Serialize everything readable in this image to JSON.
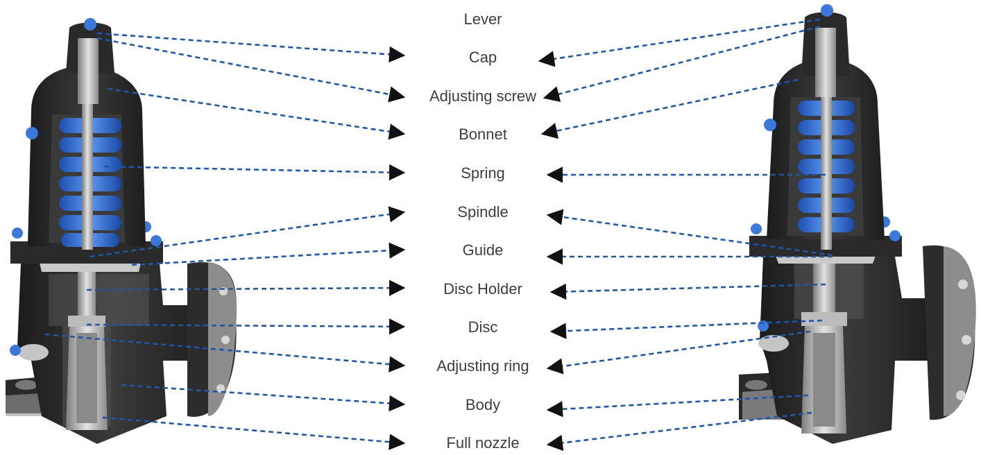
{
  "labels": [
    {
      "id": "lever",
      "text": "Lever"
    },
    {
      "id": "cap",
      "text": "Cap"
    },
    {
      "id": "adjusting-screw",
      "text": "Adjusting screw"
    },
    {
      "id": "bonnet",
      "text": "Bonnet"
    },
    {
      "id": "spring",
      "text": "Spring"
    },
    {
      "id": "spindle",
      "text": "Spindle"
    },
    {
      "id": "guide",
      "text": "Guide"
    },
    {
      "id": "disc-holder",
      "text": "Disc Holder"
    },
    {
      "id": "disc",
      "text": "Disc"
    },
    {
      "id": "adjusting-ring",
      "text": "Adjusting ring"
    },
    {
      "id": "body",
      "text": "Body"
    },
    {
      "id": "full-nozzle",
      "text": "Full nozzle"
    }
  ],
  "colors": {
    "leader": "#1f56a8",
    "arrow": "#111111",
    "valve_body": "#2b2b2b",
    "valve_body_dark": "#1a1a1a",
    "spring": "#2f6fd6",
    "steel": "#a9a9a9",
    "steel_light": "#d6d6d6"
  }
}
